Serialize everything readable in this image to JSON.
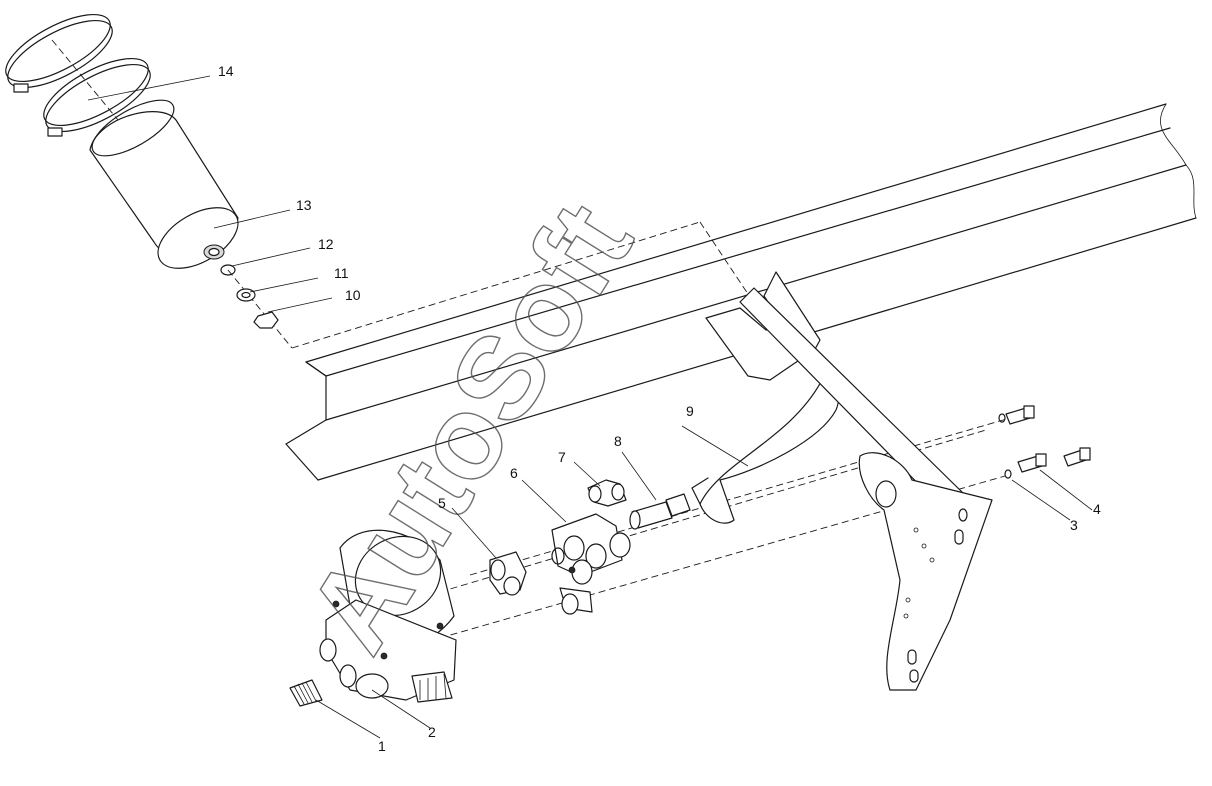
{
  "watermark": "AutoSoft",
  "callouts": [
    {
      "id": "callout-1",
      "label": "1"
    },
    {
      "id": "callout-2",
      "label": "2"
    },
    {
      "id": "callout-3",
      "label": "3"
    },
    {
      "id": "callout-4",
      "label": "4"
    },
    {
      "id": "callout-5",
      "label": "5"
    },
    {
      "id": "callout-6",
      "label": "6"
    },
    {
      "id": "callout-7",
      "label": "7"
    },
    {
      "id": "callout-8",
      "label": "8"
    },
    {
      "id": "callout-9",
      "label": "9"
    },
    {
      "id": "callout-10",
      "label": "10"
    },
    {
      "id": "callout-11",
      "label": "11"
    },
    {
      "id": "callout-12",
      "label": "12"
    },
    {
      "id": "callout-13",
      "label": "13"
    },
    {
      "id": "callout-14",
      "label": "14"
    }
  ]
}
